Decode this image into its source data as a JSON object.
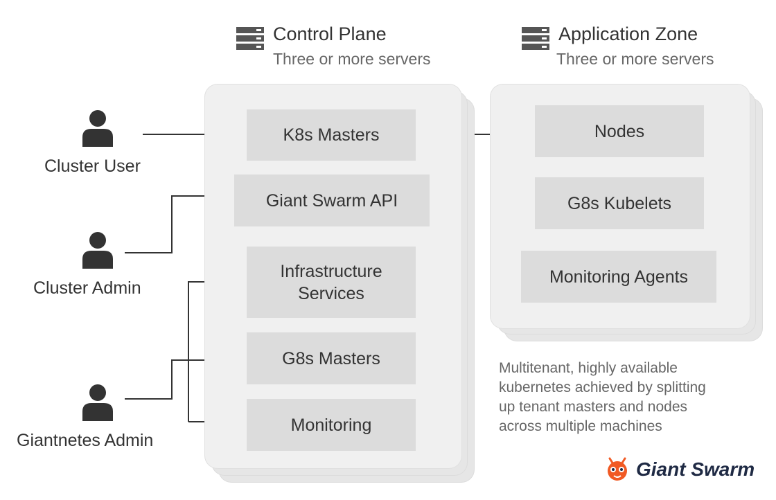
{
  "control_plane": {
    "title": "Control Plane",
    "subtitle": "Three or more servers",
    "components": {
      "k8s_masters": "K8s Masters",
      "giant_swarm_api": "Giant Swarm API",
      "infrastructure_services_line1": "Infrastructure",
      "infrastructure_services_line2": "Services",
      "g8s_masters": "G8s Masters",
      "monitoring": "Monitoring"
    }
  },
  "application_zone": {
    "title": "Application Zone",
    "subtitle": "Three or more servers",
    "components": {
      "nodes": "Nodes",
      "g8s_kubelets": "G8s Kubelets",
      "monitoring_agents": "Monitoring Agents"
    }
  },
  "actors": {
    "cluster_user": "Cluster User",
    "cluster_admin": "Cluster Admin",
    "giantnetes_admin": "Giantnetes Admin"
  },
  "note": {
    "line1": "Multitenant, highly available",
    "line2": "kubernetes achieved by splitting",
    "line3": "up tenant masters and nodes",
    "line4": "across multiple machines"
  },
  "logo": {
    "text": "Giant Swarm",
    "icon": "ant-mascot-icon",
    "color": "#f15a24"
  },
  "icons": {
    "server": "server-stack-icon",
    "person": "person-icon"
  }
}
